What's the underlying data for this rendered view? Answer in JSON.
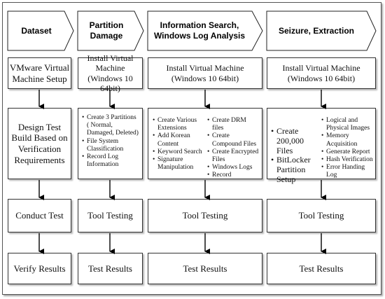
{
  "headers": [
    {
      "label": "Dataset"
    },
    {
      "label": "Partition Damage"
    },
    {
      "label": "Information Search, Windows Log Analysis"
    },
    {
      "label": "Seizure, Extraction"
    }
  ],
  "setup": [
    "VMware Virtual Machine Setup",
    "Install Virtual Machine (Windows 10 64bit)",
    "Install Virtual Machine (Windows 10 64bit)",
    "Install Virtual Machine (Windows 10 64bit)"
  ],
  "design": {
    "dataset": "Design Test Build Based on Verification Requirements",
    "partition": [
      "Create 3 Partitions ( Normal, Damaged, Deleted)",
      "File System Classification",
      "Record Log Information"
    ],
    "search_left": [
      "Create Various Extensions",
      "Add Korean Content",
      "Keyword Search",
      "Signature Manipulation"
    ],
    "search_right": [
      "Create DRM files",
      "Create Compound Files",
      "Create Encrypted Files",
      "Windows Logs",
      "Record"
    ],
    "seizure_left": [
      "Create 200,000 Files",
      "BitLocker Partition Setup"
    ],
    "seizure_right": [
      "Logical and Physical Images",
      "Memory Acquisition",
      "Generate Report",
      "Hash Verification",
      "Error Handing Log"
    ]
  },
  "testing": [
    "Conduct Test",
    "Tool Testing",
    "Tool Testing",
    "Tool Testing"
  ],
  "results": [
    "Verify Results",
    "Test Results",
    "Test Results",
    "Test Results"
  ]
}
